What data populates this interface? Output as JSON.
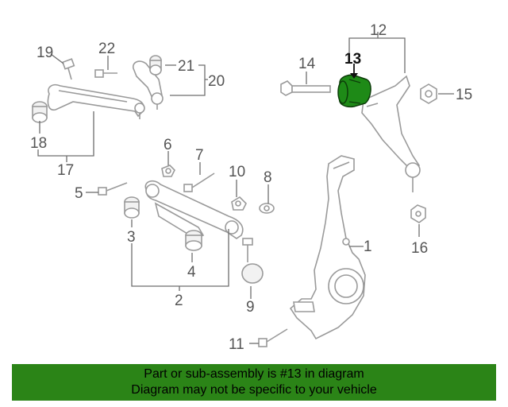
{
  "diagram": {
    "callouts": {
      "c1": "1",
      "c2": "2",
      "c3": "3",
      "c4": "4",
      "c5": "5",
      "c6": "6",
      "c7": "7",
      "c8": "8",
      "c9": "9",
      "c10": "10",
      "c11": "11",
      "c12": "12",
      "c13": "13",
      "c14": "14",
      "c15": "15",
      "c16": "16",
      "c17": "17",
      "c18": "18",
      "c19": "19",
      "c20": "20",
      "c21": "21",
      "c22": "22"
    },
    "highlight_color": "#1e8a17"
  },
  "footer": {
    "line1": "Part or sub-assembly is #13 in diagram",
    "line2": "Diagram may not be specific to your vehicle",
    "background": "#2b8417"
  }
}
